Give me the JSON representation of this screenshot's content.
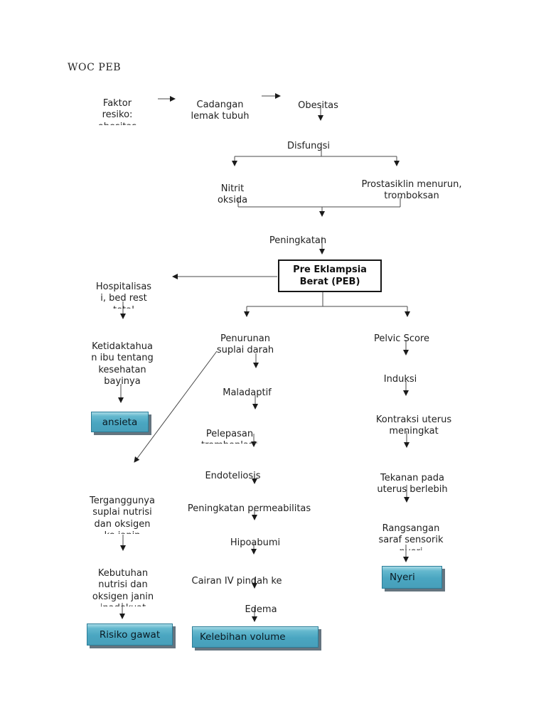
{
  "title": "WOC PEB",
  "colors": {
    "highlight_fill": "#4BA6C1",
    "highlight_border": "#2B7D98",
    "box_shadow": "#64747F",
    "line": "#4A4A4A",
    "text": "#1F1F1F"
  },
  "nodes": {
    "faktor_resiko": {
      "label": "Faktor\nresiko:",
      "clipped": "obesitas"
    },
    "cadangan": {
      "label": "Cadangan\nlemak tubuh"
    },
    "obesitas": {
      "label": "Obesitas"
    },
    "disfungsi": {
      "label": "Disfungsi"
    },
    "nitrit_oksida": {
      "label": "Nitrit\noksida"
    },
    "prostasiklin": {
      "label": "Prostasiklin menurun,\ntromboksan"
    },
    "peningkatan": {
      "label": "Peningkatan"
    },
    "peb": {
      "label": "Pre Eklampsia\nBerat (PEB)"
    },
    "hospitalisasi": {
      "label": "Hospitalisas\ni, bed rest",
      "clipped": "total"
    },
    "ketidaktahuan": {
      "label": "Ketidaktahua\nn ibu tentang\nkesehatan\nbayinya"
    },
    "ansieta": {
      "label": "ansieta"
    },
    "terganggunya": {
      "label": "Terganggunya\nsuplai nutrisi\ndan oksigen",
      "clipped": "ke janin"
    },
    "kebutuhan": {
      "label": "Kebutuhan\nnutrisi dan\noksigen janin",
      "clipped": "inadekuat"
    },
    "risiko_gawat": {
      "label": "Risiko gawat"
    },
    "penurunan": {
      "label": "Penurunan\nsuplai darah"
    },
    "maladaptif": {
      "label": "Maladaptif"
    },
    "pelepasan": {
      "label": "Pelepasan",
      "clipped": "tromboplastin"
    },
    "endoteliosis": {
      "label": "Endoteliosis"
    },
    "permeabilitas": {
      "label": "Peningkatan permeabilitas"
    },
    "hipoabumi": {
      "label": "Hipoabumi"
    },
    "cairan_iv": {
      "label": "Cairan IV pindah ke"
    },
    "edema": {
      "label": "Edema"
    },
    "kelebihan_volume": {
      "label": "Kelebihan volume"
    },
    "pelvic_score": {
      "label": "Pelvic Score"
    },
    "induksi": {
      "label": "Induksi"
    },
    "kontraksi": {
      "label": "Kontraksi uterus\nmeningkat"
    },
    "tekanan": {
      "label": "Tekanan pada\nuterus berlebih"
    },
    "rangsangan": {
      "label": "Rangsangan\nsaraf sensorik",
      "clipped": "nyeri"
    },
    "nyeri": {
      "label": "Nyeri"
    }
  }
}
